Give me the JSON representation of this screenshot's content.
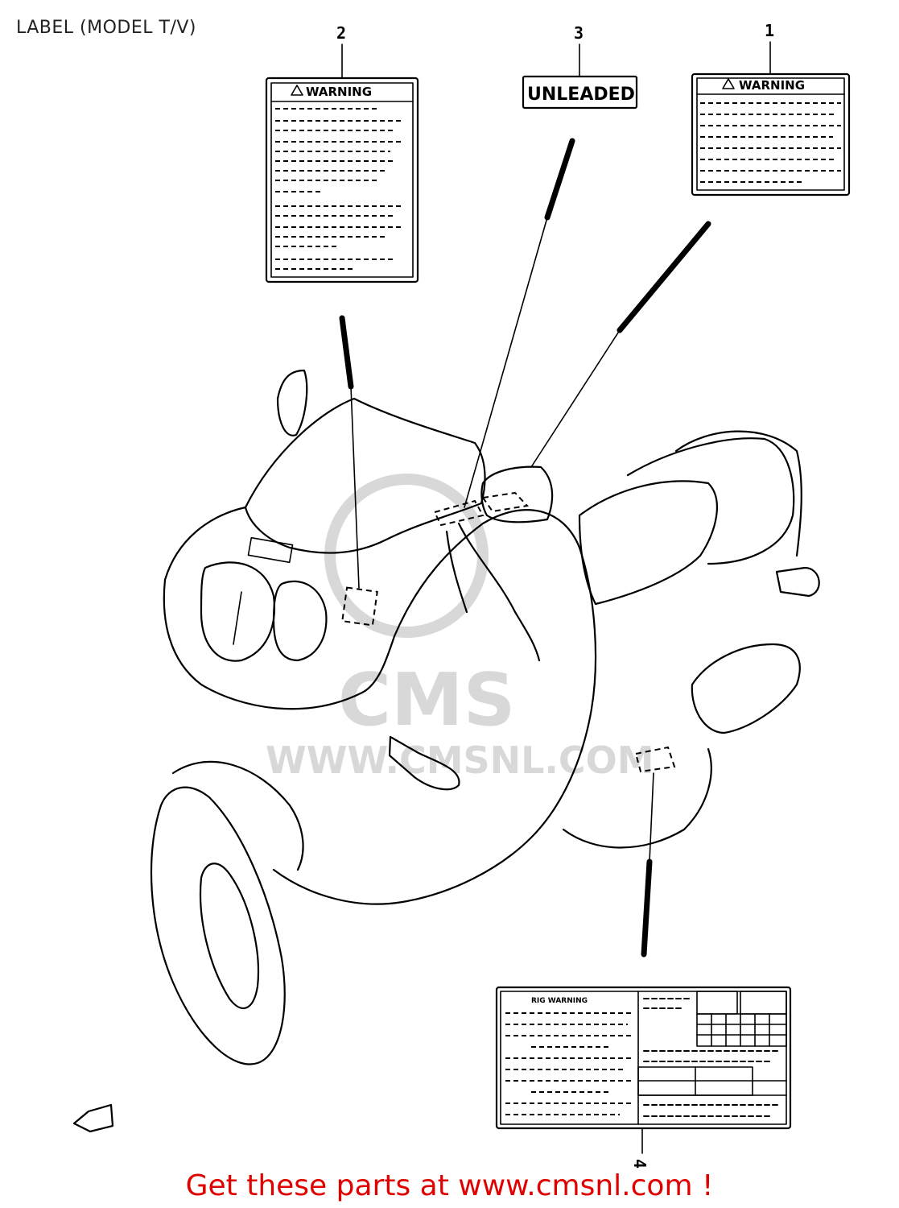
{
  "page": {
    "title": "LABEL (MODEL T/V)",
    "footer": "Get these parts at www.cmsnl.com !"
  },
  "watermark": {
    "brand": "CMS",
    "url": "WWW.CMSNL.COM"
  },
  "callouts": [
    "1",
    "2",
    "3",
    "4"
  ],
  "labels": {
    "warning_1": "WARNING",
    "warning_2": "WARNING",
    "unleaded": "UNLEADED",
    "label_4_heading": "RIG WARNING"
  },
  "colors": {
    "footer_text": "#e00000",
    "line_art": "#000000",
    "watermark": "#d8d8d8"
  }
}
